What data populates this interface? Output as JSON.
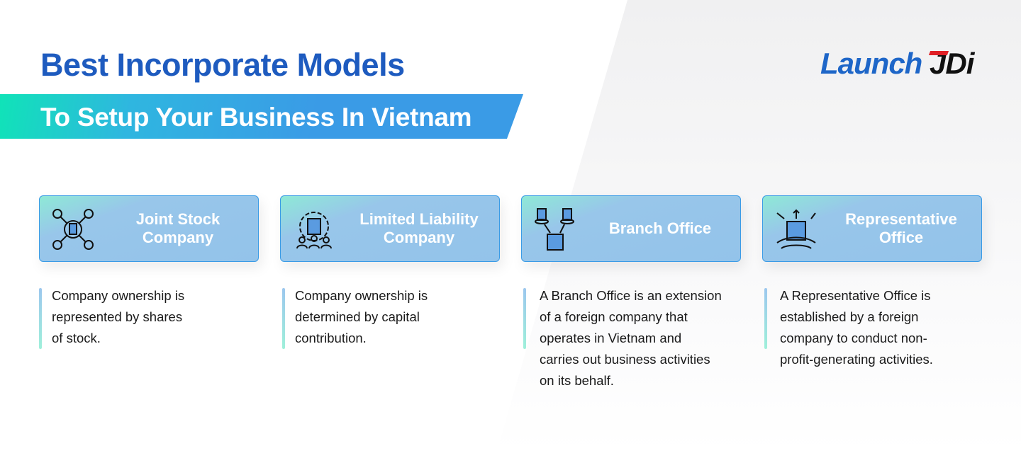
{
  "header": {
    "title": "Best Incorporate Models",
    "subtitle": "To Setup Your Business In Vietnam"
  },
  "logo": {
    "part1": "Launch",
    "part2": "JDi"
  },
  "colors": {
    "title": "#1e5bbf",
    "accent": "#3a9be6",
    "teal": "#10e3b8",
    "logo_red": "#e02026"
  },
  "models": [
    {
      "icon": "network-building-icon",
      "label": "Joint Stock Company",
      "lines": [
        "Company ownership is",
        "represented by shares",
        "of stock."
      ]
    },
    {
      "icon": "gear-team-icon",
      "label": "Limited Liability Company",
      "lines": [
        "Company ownership is",
        "determined by capital",
        "contribution."
      ]
    },
    {
      "icon": "branch-buildings-icon",
      "label": "Branch Office",
      "lines": [
        "A Branch Office is an extension",
        "of a foreign company that",
        "operates in Vietnam and",
        "carries out business activities",
        "on its behalf."
      ]
    },
    {
      "icon": "global-office-icon",
      "label": "Representative Office",
      "lines": [
        "A Representative Office is",
        "established by a foreign",
        "company to conduct non-",
        "profit-generating activities."
      ]
    }
  ]
}
